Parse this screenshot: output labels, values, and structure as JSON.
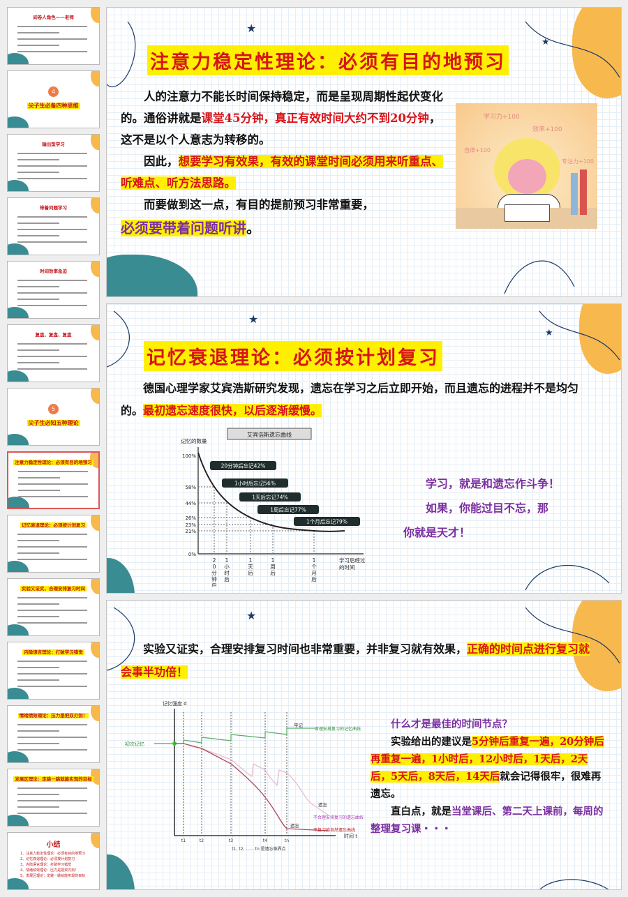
{
  "thumbnails": [
    {
      "title": "间卷人角色——老师",
      "type": "content"
    },
    {
      "title": "尖子生必备四种思维",
      "type": "section",
      "number": "4"
    },
    {
      "title": "输出型学习",
      "type": "content"
    },
    {
      "title": "带着问题学习",
      "type": "content"
    },
    {
      "title": "时间效率急迫",
      "type": "content"
    },
    {
      "title": "复盘、复盘、复盘",
      "type": "content"
    },
    {
      "title": "尖子生必知五种理论",
      "type": "section",
      "number": "5"
    },
    {
      "title": "注意力稳定性理论：必须有目的地预习",
      "type": "content",
      "selected": true
    },
    {
      "title": "记忆衰退理论：必须按计划复习",
      "type": "content"
    },
    {
      "title": "实验又证实，合理安排复习时间",
      "type": "content"
    },
    {
      "title": "内隐语言理论：打破学习错觉",
      "type": "content"
    },
    {
      "title": "情绪绩效理论：压力是把双刃剑！",
      "type": "content"
    },
    {
      "title": "发展区理论：定跳一跳就能实现的目标",
      "type": "content"
    },
    {
      "title": "小结",
      "type": "summary",
      "items": [
        "1、注意力稳定性理论：必须有目的地预习",
        "2、记忆衰退理论：必须按计划复习",
        "3、内隐语言理论：打破学习错觉",
        "4、情绪绩效理论：压力是把双刃剑！",
        "5、发展区理论：定跳一跳就能实现的目标"
      ]
    }
  ],
  "slide1": {
    "title": "注意力稳定性理论：必须有目的地预习",
    "p1a": "人的注意力不能长时间保持稳定，而是呈现周期性起伏变化的。通俗讲就是",
    "p1red": "课堂45分钟，真正有效时间大约不到20分钟",
    "p1b": "，这不是以个人意志为转移的。",
    "p2a": "因此，",
    "p2hl": "想要学习有效果，有效的课堂时间必须用来听重点、听难点、听方法思路。",
    "p3": "而要做到这一点，有目的提前预习非常重要，",
    "p4hl": "必须要带着问题听讲",
    "p4end": "。",
    "image_labels": [
      "学习力+100",
      "效率+100",
      "自律+100",
      "专注力+100"
    ]
  },
  "slide2": {
    "title": "记忆衰退理论：必须按计划复习",
    "p1a": "德国心理学家艾宾浩斯研究发现，遗忘在学习之后立即开始，而且遗忘的进程并不是均匀的。",
    "p1hl": "最初遗忘速度很快，以后逐渐缓慢。",
    "side": [
      "学习，就是和遗忘作斗争！",
      "如果，你能过目不忘，那",
      "你就是天才！"
    ]
  },
  "chart_data": {
    "type": "line",
    "title": "艾宾浩斯遗忘曲线",
    "ylabel": "记忆的数量",
    "xlabel": "学习后经过的时间",
    "x": [
      "20分钟后",
      "1小时后",
      "1天后",
      "1周后",
      "1个月后"
    ],
    "y_ticks": [
      "100%",
      "58%",
      "44%",
      "26%",
      "23%",
      "21%",
      "0%"
    ],
    "retention": [
      58,
      44,
      26,
      23,
      21
    ],
    "annotations": [
      "20分钟后忘记42%",
      "1小时后忘记56%",
      "1天后忘记74%",
      "1周后忘记77%",
      "1个月后忘记79%"
    ]
  },
  "slide3": {
    "p1a": "实验又证实，合理安排复习时间也非常重要，并非复习就有效果，",
    "p1hl": "正确的时间点进行复习就会事半功倍！",
    "q": "什么才是最佳的时间节点？",
    "s1a": "实验给出的建议是",
    "s1hl": "5分钟后重复一遍，20分钟后再重复一遍，1小时后，12小时后，1天后，2天后，5天后，8天后，14天后",
    "s1b": "就会记得很牢，很难再遗忘。",
    "s2a": "直白点，就是",
    "s2p": "当堂课后、第二天上课前，每周的整理复习课・・・",
    "diagram": {
      "ylabel": "记忆强度 d",
      "xlabel": "时间 t",
      "start": "初次记忆",
      "firm": "牢记",
      "green_label": "合理安排复习的记忆曲线",
      "forget": "遗忘",
      "pink_label": "不合理安排复习的遗忘曲线",
      "red_label": "不复习的自然遗忘曲线",
      "ticks": [
        "t1",
        "t2",
        "t3",
        "t4",
        "tn"
      ],
      "caption": "t1, t2, ...... tn 是遗忘临界点"
    }
  },
  "colors": {
    "highlight": "#ffef00",
    "red": "#d7141a",
    "purple": "#7b2fa0",
    "teal": "#3a8c93",
    "orange": "#f7b84e"
  }
}
